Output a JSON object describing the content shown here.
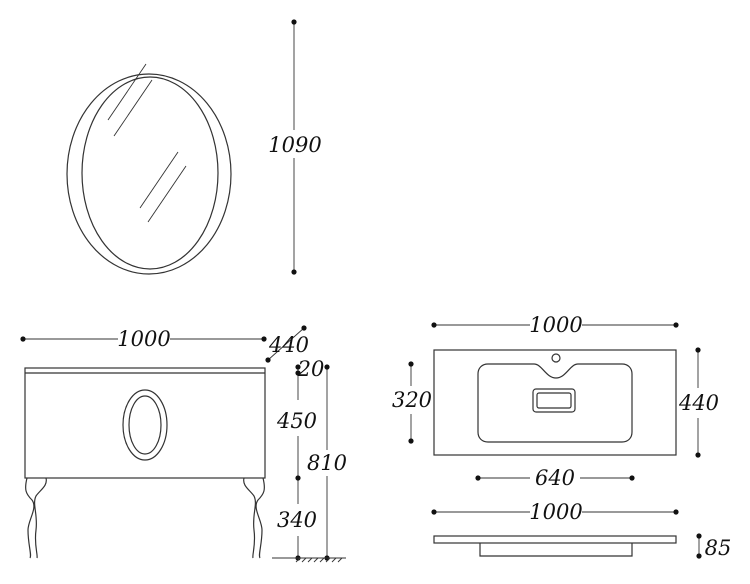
{
  "colors": {
    "line": "#333333",
    "text": "#111111",
    "background": "#ffffff"
  },
  "mirror": {
    "height": "1090"
  },
  "cabinet": {
    "width": "1000",
    "depth": "440",
    "top": "20",
    "drawer": "450",
    "total_height": "810",
    "legs": "340"
  },
  "basin_top": {
    "width": "1000",
    "depth": "440",
    "bowl_depth": "320",
    "bowl_width": "640"
  },
  "basin_side": {
    "width": "1000",
    "thickness": "85"
  }
}
